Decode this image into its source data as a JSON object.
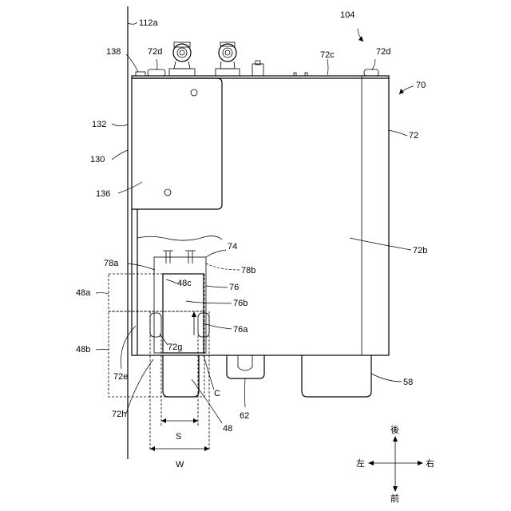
{
  "labels": {
    "l104": "104",
    "l112a": "112a",
    "l138": "138",
    "l72d_left": "72d",
    "l72c": "72c",
    "l72d_right": "72d",
    "l70": "70",
    "l132": "132",
    "l72": "72",
    "l130": "130",
    "l136": "136",
    "l74": "74",
    "l72b": "72b",
    "l78a": "78a",
    "l78b": "78b",
    "l48a": "48a",
    "l48c": "48c",
    "l76": "76",
    "l76b": "76b",
    "l76a": "76a",
    "l48b": "48b",
    "l72g": "72g",
    "l72e": "72e",
    "l58": "58",
    "lC": "C",
    "l72h": "72h",
    "l62": "62",
    "l48": "48",
    "lS": "S",
    "lW": "W"
  },
  "compass": {
    "back": "後",
    "front": "前",
    "left": "左",
    "right": "右"
  }
}
